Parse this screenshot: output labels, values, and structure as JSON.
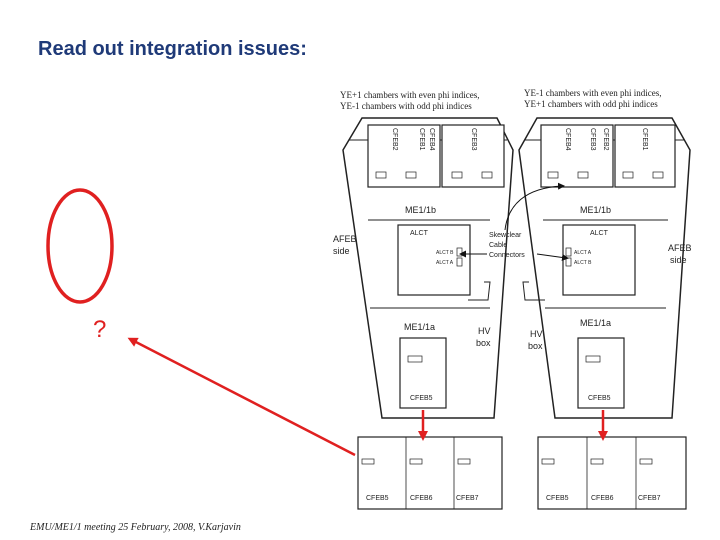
{
  "title": "Read out integration issues:",
  "footer": "EMU/ME1/1 meeting 25 February, 2008, V.Karjavin",
  "question_mark": "?",
  "left_panel": {
    "header_line1": "YE+1 chambers with even phi indices,",
    "header_line2": "YE-1 chambers with odd phi indices",
    "cfebs_top": [
      "CFEB2",
      "CFEB1",
      "CFEB4",
      "CFEB3"
    ],
    "me11b": "ME1/1b",
    "alct": "ALCT",
    "alct_b": "ALCT B",
    "alct_a": "ALCT A",
    "afeb_side": [
      "AFEB",
      "side"
    ],
    "me11a": "ME1/1a",
    "hv_box": [
      "HV",
      "box"
    ],
    "cfeb5_inner": "CFEB5",
    "cfebs_bottom": [
      "CFEB5",
      "CFEB6",
      "CFEB7"
    ]
  },
  "right_panel": {
    "header_line1": "YE-1 chambers with even phi indices,",
    "header_line2": "YE+1 chambers with odd phi indices",
    "cfebs_top": [
      "CFEB4",
      "CFEB3",
      "CFEB2",
      "CFEB1"
    ],
    "me11b": "ME1/1b",
    "alct": "ALCT",
    "alct_a": "ALCT A",
    "alct_b": "ALCT B",
    "afeb_side": [
      "AFEB",
      "side"
    ],
    "me11a": "ME1/1a",
    "hv_box": [
      "HV",
      "box"
    ],
    "cfeb5_inner": "CFEB5",
    "cfebs_bottom": [
      "CFEB5",
      "CFEB6",
      "CFEB7"
    ]
  },
  "skewclear": [
    "Skewclear",
    "Cable",
    "Connectors"
  ],
  "colors": {
    "title": "#1f3a78",
    "circle": "#e02020",
    "arrow": "#e02020"
  }
}
